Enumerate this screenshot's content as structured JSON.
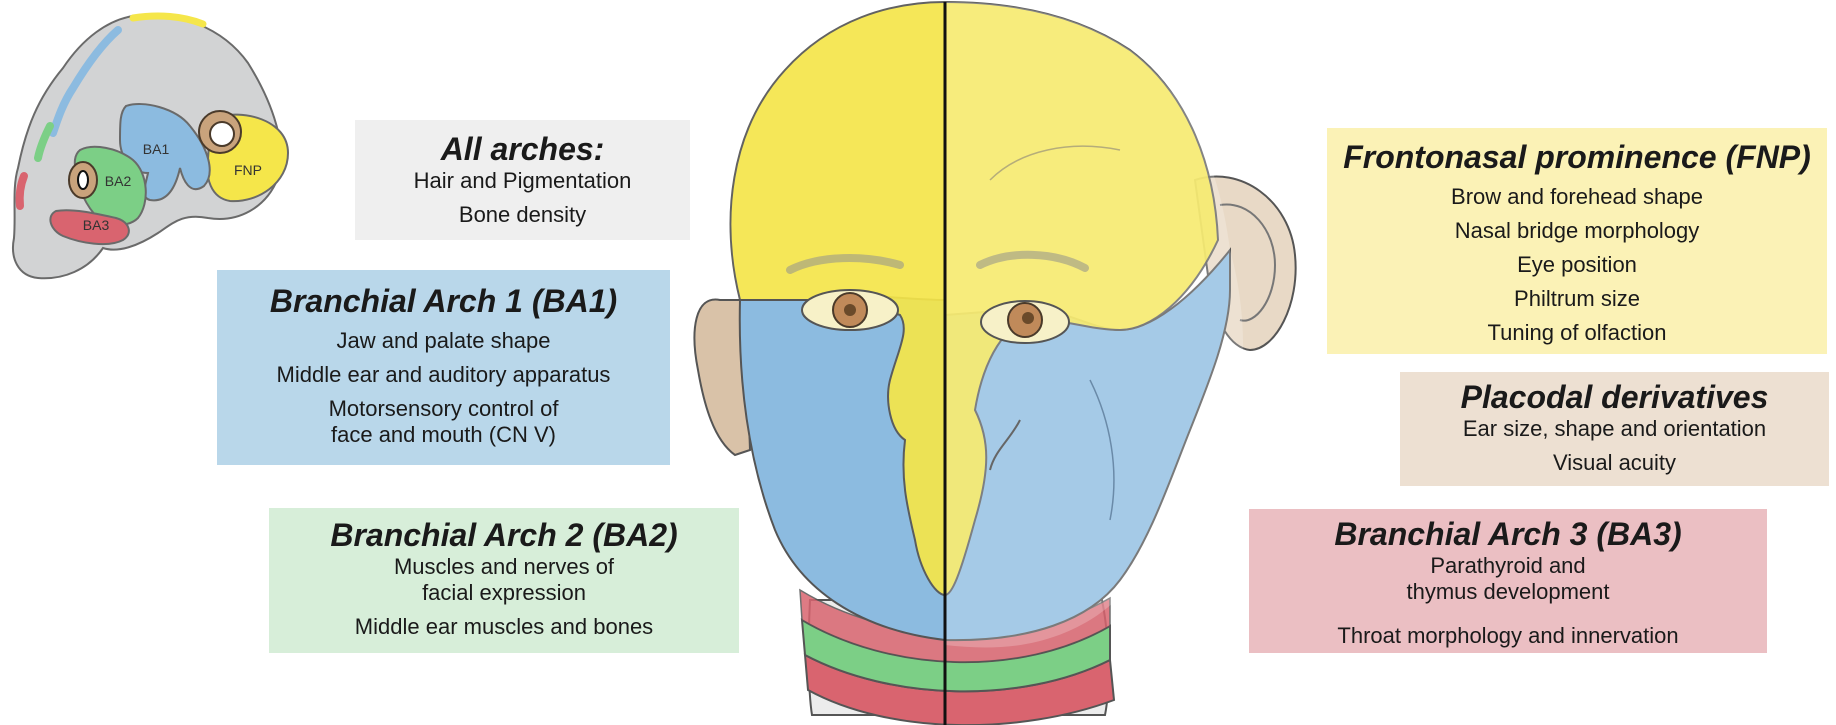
{
  "colors": {
    "fnp": "#f5e64a",
    "ba1": "#8cbbe0",
    "ba2": "#7ccf86",
    "ba3": "#d9646f",
    "placodal": "#d9c2a8",
    "all": "#efefef"
  },
  "embryo": {
    "labels": {
      "ba1": "BA1",
      "ba2": "BA2",
      "ba3": "BA3",
      "fnp": "FNP"
    }
  },
  "all_arches": {
    "title": "All arches:",
    "lines": [
      "Hair and Pigmentation",
      "Bone density"
    ]
  },
  "ba1": {
    "title": "Branchial Arch 1 (BA1)",
    "lines": [
      "Jaw and palate shape",
      "Middle ear and auditory apparatus",
      "Motorsensory control of",
      "face and mouth (CN V)"
    ]
  },
  "ba2": {
    "title": "Branchial Arch 2 (BA2)",
    "lines": [
      "Muscles and nerves of",
      "facial expression",
      "Middle ear muscles and bones"
    ]
  },
  "fnp": {
    "title": "Frontonasal prominence (FNP)",
    "lines": [
      "Brow and forehead shape",
      "Nasal bridge morphology",
      "Eye position",
      "Philtrum size",
      "Tuning of olfaction"
    ]
  },
  "placodal": {
    "title": "Placodal derivatives",
    "lines": [
      "Ear size, shape and orientation",
      "Visual acuity"
    ]
  },
  "ba3": {
    "title": "Branchial Arch 3 (BA3)",
    "lines": [
      "Parathyroid and",
      "thymus development",
      "Throat morphology and innervation"
    ]
  }
}
